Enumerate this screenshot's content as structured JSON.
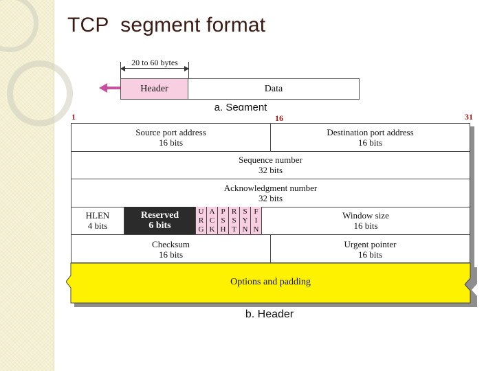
{
  "slide": {
    "title": "TCP  segment format"
  },
  "segment": {
    "length_label": "20 to 60 bytes",
    "header_label": "Header",
    "data_label": "Data",
    "caption": "a. Segment"
  },
  "bits": {
    "first": "1",
    "middle": "16",
    "last": "31"
  },
  "header": {
    "source_port": {
      "name": "Source port address",
      "size": "16 bits"
    },
    "dest_port": {
      "name": "Destination port address",
      "size": "16 bits"
    },
    "sequence": {
      "name": "Sequence number",
      "size": "32 bits"
    },
    "ack": {
      "name": "Acknowledgment number",
      "size": "32 bits"
    },
    "hlen": {
      "name": "HLEN",
      "size": "4 bits"
    },
    "reserved": {
      "name": "Reserved",
      "size": "6 bits"
    },
    "flags": [
      [
        "U",
        "R",
        "G"
      ],
      [
        "A",
        "C",
        "K"
      ],
      [
        "P",
        "S",
        "H"
      ],
      [
        "R",
        "S",
        "T"
      ],
      [
        "S",
        "Y",
        "N"
      ],
      [
        "F",
        "I",
        "N"
      ]
    ],
    "window": {
      "name": "Window size",
      "size": "16 bits"
    },
    "checksum": {
      "name": "Checksum",
      "size": "16 bits"
    },
    "urgent": {
      "name": "Urgent pointer",
      "size": "16 bits"
    },
    "options": "Options and padding",
    "caption": "b. Header"
  },
  "colors": {
    "header_pink": "#f7cfe0",
    "options_yellow": "#fff200",
    "arrow_magenta": "#c8509e",
    "bit_index_red": "#a01818"
  }
}
